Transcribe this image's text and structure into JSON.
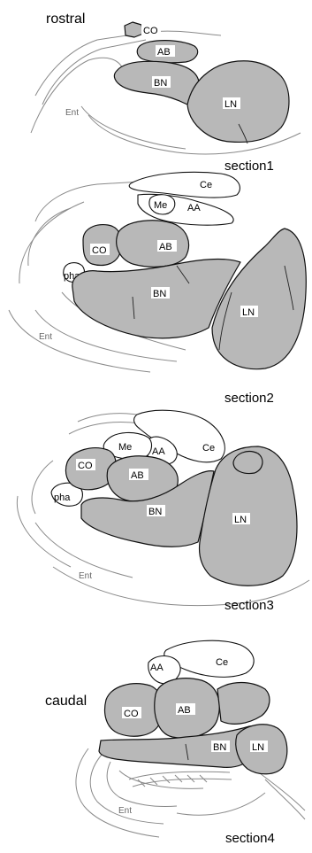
{
  "orientation": {
    "rostral": "rostral",
    "caudal": "caudal"
  },
  "sections": [
    {
      "label": "section1",
      "regions": {
        "CO": "CO",
        "AB": "AB",
        "BN": "BN",
        "LN": "LN",
        "Ent": "Ent"
      }
    },
    {
      "label": "section2",
      "regions": {
        "Ce": "Ce",
        "Me": "Me",
        "AA": "AA",
        "CO": "CO",
        "AB": "AB",
        "pha": "pha",
        "BN": "BN",
        "LN": "LN",
        "Ent": "Ent"
      }
    },
    {
      "label": "section3",
      "regions": {
        "Me": "Me",
        "AA": "AA",
        "Ce": "Ce",
        "CO": "CO",
        "AB": "AB",
        "pha": "pha",
        "BN": "BN",
        "LN": "LN",
        "Ent": "Ent"
      }
    },
    {
      "label": "section4",
      "regions": {
        "AA": "AA",
        "Ce": "Ce",
        "CO": "CO",
        "AB": "AB",
        "BN": "BN",
        "LN": "LN",
        "Ent": "Ent"
      }
    }
  ],
  "colors": {
    "nucleus_fill": "#b8b8b8",
    "outline": "#111111",
    "contour": "#8a8a8a"
  }
}
